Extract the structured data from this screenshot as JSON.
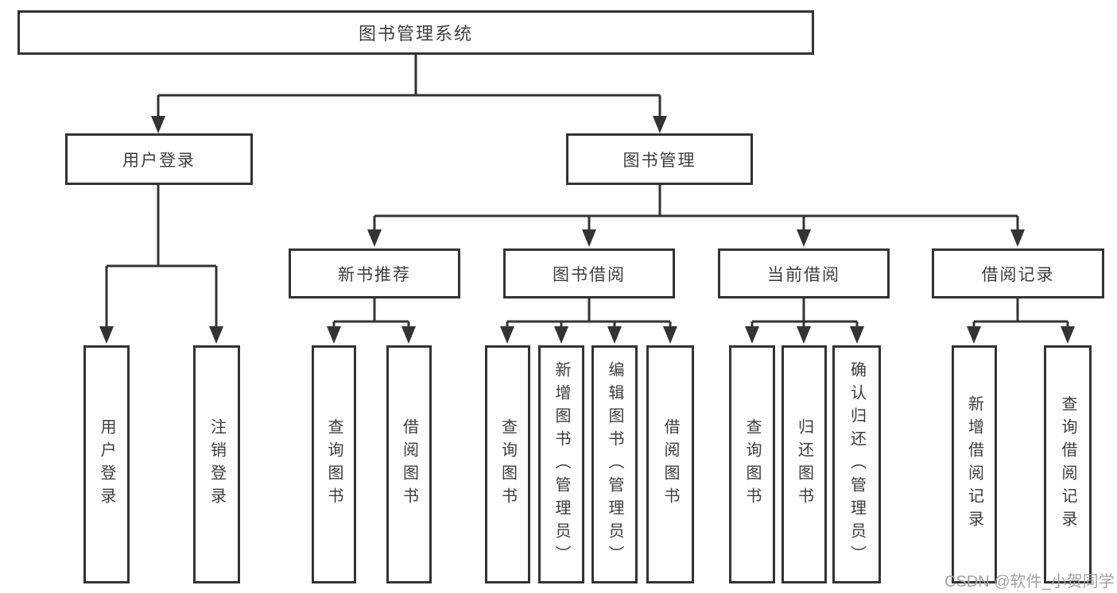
{
  "diagram": {
    "root": {
      "label": "图书管理系统"
    },
    "level2": [
      {
        "id": "user-login",
        "label": "用户登录",
        "children": [
          {
            "id": "leaf-user-login",
            "label": "用户登录"
          },
          {
            "id": "leaf-logout",
            "label": "注销登录"
          }
        ]
      },
      {
        "id": "book-management",
        "label": "图书管理",
        "children": [
          {
            "id": "new-book-recommend",
            "label": "新书推荐",
            "children": [
              {
                "id": "leaf-nbr-query-books",
                "label": "查询图书"
              },
              {
                "id": "leaf-nbr-borrow-books",
                "label": "借阅图书"
              }
            ]
          },
          {
            "id": "book-borrowing",
            "label": "图书借阅",
            "children": [
              {
                "id": "leaf-bb-query-books",
                "label": "查询图书"
              },
              {
                "id": "leaf-bb-add-books-admin",
                "label": "新增图书（管理员）"
              },
              {
                "id": "leaf-bb-edit-books-admin",
                "label": "编辑图书（管理员）"
              },
              {
                "id": "leaf-bb-borrow-books",
                "label": "借阅图书"
              }
            ]
          },
          {
            "id": "current-borrowing",
            "label": "当前借阅",
            "children": [
              {
                "id": "leaf-cb-query-books",
                "label": "查询图书"
              },
              {
                "id": "leaf-cb-return-books",
                "label": "归还图书"
              },
              {
                "id": "leaf-cb-confirm-return-admin",
                "label": "确认归还（管理员）"
              }
            ]
          },
          {
            "id": "borrowing-records",
            "label": "借阅记录",
            "children": [
              {
                "id": "leaf-br-add-record",
                "label": "新增借阅记录"
              },
              {
                "id": "leaf-br-query-record",
                "label": "查询借阅记录"
              }
            ]
          }
        ]
      }
    ]
  },
  "watermark": {
    "text": "CSDN @软件_小贺同学"
  },
  "colors": {
    "line": "#333333",
    "box_border": "#333333",
    "text": "#3d3d3d",
    "watermark": "#a3a3a3",
    "background": "#ffffff"
  }
}
